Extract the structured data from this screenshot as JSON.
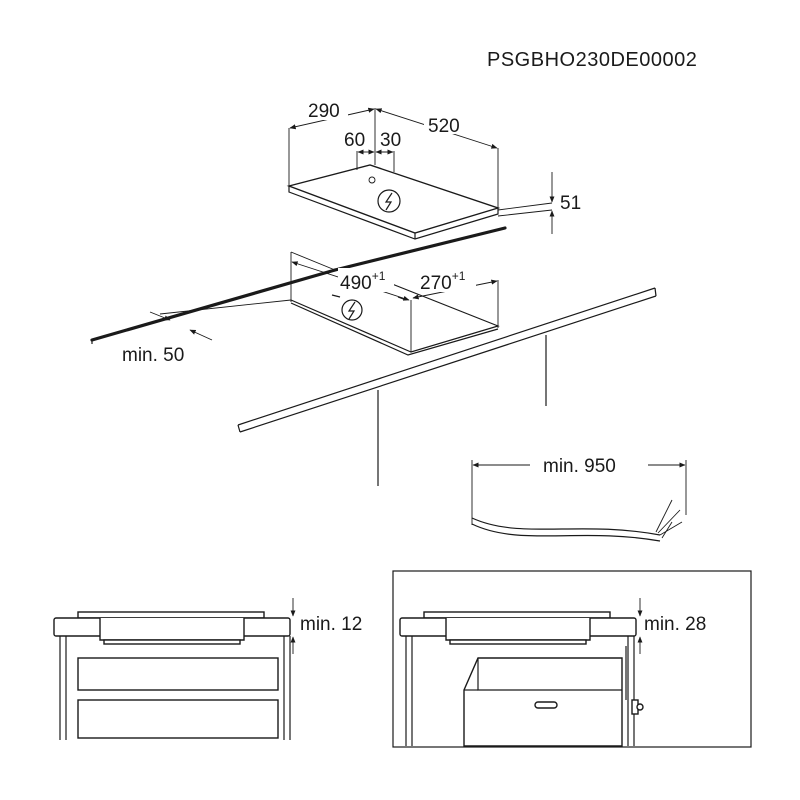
{
  "doc_code": "PSGBHO230DE00002",
  "top": {
    "dim_depth": "290",
    "dim_width": "520",
    "dim_left_offset": "60",
    "dim_right_offset": "30",
    "dim_height": "51"
  },
  "cutout": {
    "width_value": "490",
    "width_tolerance": "+1",
    "depth_value": "270",
    "depth_tolerance": "+1",
    "edge_distance": "min. 50"
  },
  "cable": {
    "length": "min. 950"
  },
  "bottom_left": {
    "clearance": "min. 12"
  },
  "bottom_right": {
    "clearance": "min. 28"
  }
}
